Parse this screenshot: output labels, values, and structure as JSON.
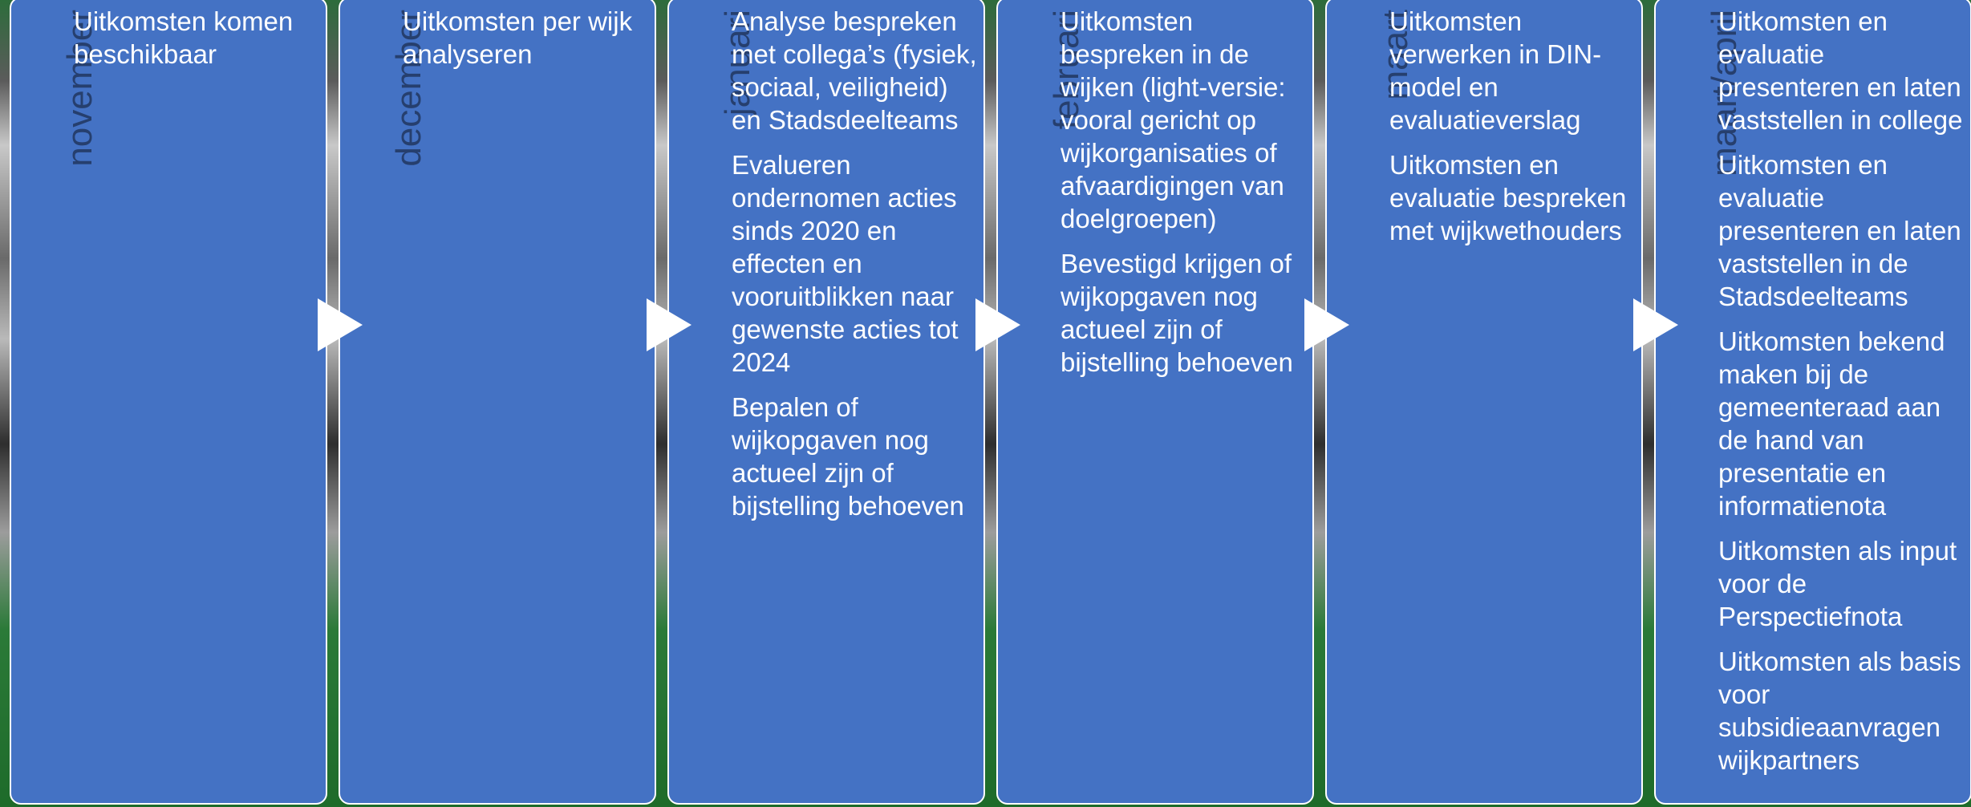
{
  "timeline": {
    "stages": [
      {
        "month": "november",
        "items": [
          "Uitkomsten komen beschikbaar"
        ]
      },
      {
        "month": "december",
        "items": [
          "Uitkomsten per wijk analyseren"
        ]
      },
      {
        "month": "januari",
        "items": [
          "Analyse bespreken met collega’s (fysiek, sociaal, veiligheid) en Stadsdeelteams",
          "Evalueren ondernomen acties sinds 2020 en effecten en vooruitblikken naar gewenste acties tot 2024",
          "Bepalen of wijkopgaven nog actueel zijn of bijstelling behoeven"
        ]
      },
      {
        "month": "februari",
        "items": [
          "Uitkomsten bespreken in de wijken (light-versie: vooral gericht op wijkorganisaties of afvaardigingen van doelgroepen)",
          "Bevestigd krijgen of wijkopgaven nog actueel zijn of bijstelling behoeven"
        ]
      },
      {
        "month": "maart",
        "items": [
          "Uitkomsten verwerken in DIN-model en evaluatieverslag",
          "Uitkomsten en evaluatie bespreken met wijkwethouders"
        ]
      },
      {
        "month": "maart/april",
        "items": [
          "Uitkomsten en evaluatie presenteren en laten vaststellen in college",
          "Uitkomsten en evaluatie presenteren en laten vaststellen in de Stadsdeelteams",
          "Uitkomsten bekend maken bij de gemeenteraad aan de hand van presentatie en informatienota",
          "Uitkomsten als input voor de Perspectiefnota",
          "Uitkomsten als basis voor subsidieaanvragen wijkpartners"
        ]
      }
    ]
  },
  "colors": {
    "panel": "#4472c4",
    "month_text": "#263f6e",
    "item_text": "#ffffff",
    "arrow": "#ffffff"
  }
}
